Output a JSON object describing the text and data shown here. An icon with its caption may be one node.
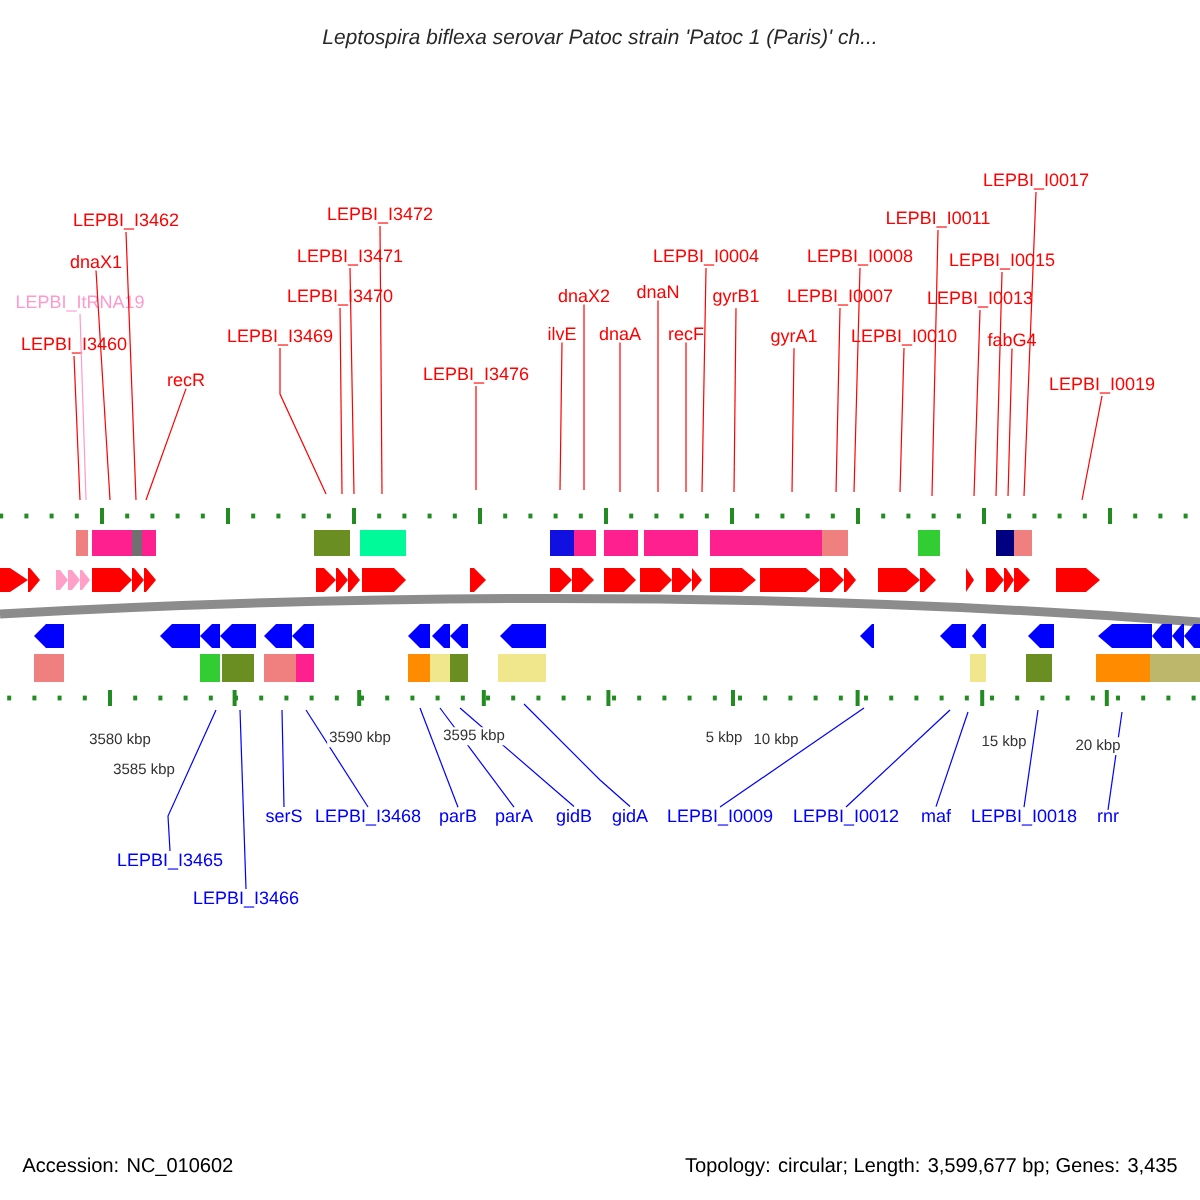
{
  "diagram": {
    "title": "Leptospira biflexa serovar Patoc strain 'Patoc 1 (Paris)' ch...",
    "nodes": [
      {
        "text": [
          "LEPBI_I3462"
        ]
      },
      {
        "text": [
          "dnaX1"
        ]
      },
      {
        "text": [
          "LEPBI_ItRNA19"
        ]
      },
      {
        "text": [
          "LEPBI_I3460"
        ]
      },
      {
        "text": [
          "recR"
        ]
      },
      {
        "text": [
          "LEPBI_I3469"
        ]
      },
      {
        "text": [
          "LEPBI_I3470"
        ]
      },
      {
        "text": [
          "LEPBI_I3471"
        ]
      },
      {
        "text": [
          "LEPBI_I3472"
        ]
      },
      {
        "text": [
          "LEPBI_I3476"
        ]
      },
      {
        "text": [
          "ilvE"
        ]
      },
      {
        "text": [
          "dnaX2"
        ]
      },
      {
        "text": [
          "dnaA"
        ]
      },
      {
        "text": [
          "dnaN"
        ]
      },
      {
        "text": [
          "recF"
        ]
      },
      {
        "text": [
          "LEPBI_I0004"
        ]
      },
      {
        "text": [
          "gyrB1"
        ]
      },
      {
        "text": [
          "gyrA1"
        ]
      },
      {
        "text": [
          "LEPBI_I0007"
        ]
      },
      {
        "text": [
          "LEPBI_I0008"
        ]
      },
      {
        "text": [
          "LEPBI_I0010"
        ]
      },
      {
        "text": [
          "LEPBI_I0011"
        ]
      },
      {
        "text": [
          "LEPBI_I0013"
        ]
      },
      {
        "text": [
          "LEPBI_I0015"
        ]
      },
      {
        "text": [
          "fabG4"
        ]
      },
      {
        "text": [
          "LEPBI_I0017"
        ]
      },
      {
        "text": [
          "LEPBI_I0019"
        ]
      },
      {
        "text": [
          "LEPBI_I3465"
        ]
      },
      {
        "text": [
          "LEPBI_I3466"
        ]
      },
      {
        "text": [
          "serS"
        ]
      },
      {
        "text": [
          "LEPBI_I3468"
        ]
      },
      {
        "text": [
          "parB"
        ]
      },
      {
        "text": [
          "parA"
        ]
      },
      {
        "text": [
          "gidB"
        ]
      },
      {
        "text": [
          "gidA"
        ]
      },
      {
        "text": [
          "LEPBI_I0009"
        ]
      },
      {
        "text": [
          "LEPBI_I0012"
        ]
      },
      {
        "text": [
          "maf"
        ]
      },
      {
        "text": [
          "LEPBI_I0018"
        ]
      },
      {
        "text": [
          "rnr"
        ]
      }
    ],
    "edges": [
      {
        "from": 0,
        "to": null,
        "arrow": "none"
      },
      {
        "from": 1,
        "to": null,
        "arrow": "none"
      },
      {
        "from": 2,
        "to": null,
        "arrow": "none",
        "color": "#ff99cc"
      },
      {
        "from": 3,
        "to": null,
        "arrow": "none"
      },
      {
        "from": 4,
        "to": null,
        "arrow": "none"
      },
      {
        "from": 5,
        "to": null,
        "arrow": "none"
      },
      {
        "from": 6,
        "to": null,
        "arrow": "none"
      },
      {
        "from": 7,
        "to": null,
        "arrow": "none"
      },
      {
        "from": 8,
        "to": null,
        "arrow": "none"
      },
      {
        "from": 9,
        "to": null,
        "arrow": "none"
      },
      {
        "from": 10,
        "to": null,
        "arrow": "none"
      },
      {
        "from": 11,
        "to": null,
        "arrow": "none"
      },
      {
        "from": 12,
        "to": null,
        "arrow": "none"
      },
      {
        "from": 13,
        "to": null,
        "arrow": "none"
      },
      {
        "from": 14,
        "to": null,
        "arrow": "none"
      },
      {
        "from": 15,
        "to": null,
        "arrow": "none"
      },
      {
        "from": 16,
        "to": null,
        "arrow": "none"
      },
      {
        "from": 17,
        "to": null,
        "arrow": "none"
      },
      {
        "from": 18,
        "to": null,
        "arrow": "none"
      },
      {
        "from": 19,
        "to": null,
        "arrow": "none"
      },
      {
        "from": 20,
        "to": null,
        "arrow": "none"
      },
      {
        "from": 21,
        "to": null,
        "arrow": "none"
      },
      {
        "from": 22,
        "to": null,
        "arrow": "none"
      },
      {
        "from": 23,
        "to": null,
        "arrow": "none"
      },
      {
        "from": 24,
        "to": null,
        "arrow": "none"
      },
      {
        "from": 25,
        "to": null,
        "arrow": "none"
      },
      {
        "from": 26,
        "to": null,
        "arrow": "none"
      },
      {
        "from": 27,
        "to": null,
        "arrow": "none",
        "color": "#0000ff"
      },
      {
        "from": 28,
        "to": null,
        "arrow": "none",
        "color": "#0000ff"
      },
      {
        "from": 29,
        "to": null,
        "arrow": "none",
        "color": "#0000ff"
      },
      {
        "from": 30,
        "to": null,
        "arrow": "none",
        "color": "#0000ff"
      },
      {
        "from": 31,
        "to": null,
        "arrow": "none",
        "color": "#0000ff"
      },
      {
        "from": 32,
        "to": null,
        "arrow": "none",
        "color": "#0000ff"
      },
      {
        "from": 33,
        "to": null,
        "arrow": "none",
        "color": "#0000ff"
      },
      {
        "from": 34,
        "to": null,
        "arrow": "none",
        "color": "#0000ff"
      },
      {
        "from": 35,
        "to": null,
        "arrow": "none",
        "color": "#0000ff"
      },
      {
        "from": 36,
        "to": null,
        "arrow": "none",
        "color": "#0000ff"
      },
      {
        "from": 37,
        "to": null,
        "arrow": "none",
        "color": "#0000ff"
      },
      {
        "from": 38,
        "to": null,
        "arrow": "none",
        "color": "#0000ff"
      },
      {
        "from": 39,
        "to": null,
        "arrow": "none",
        "color": "#0000ff"
      }
    ],
    "labels": [
      "3580 kbp",
      "3585 kbp",
      "3590 kbp",
      "3595 kbp",
      "5 kbp",
      "10 kbp",
      "15 kbp",
      "20 kbp",
      "Accession: NC_010602",
      "Topology: circular; Length: 3,599,677 bp; Genes: 3,435"
    ]
  }
}
